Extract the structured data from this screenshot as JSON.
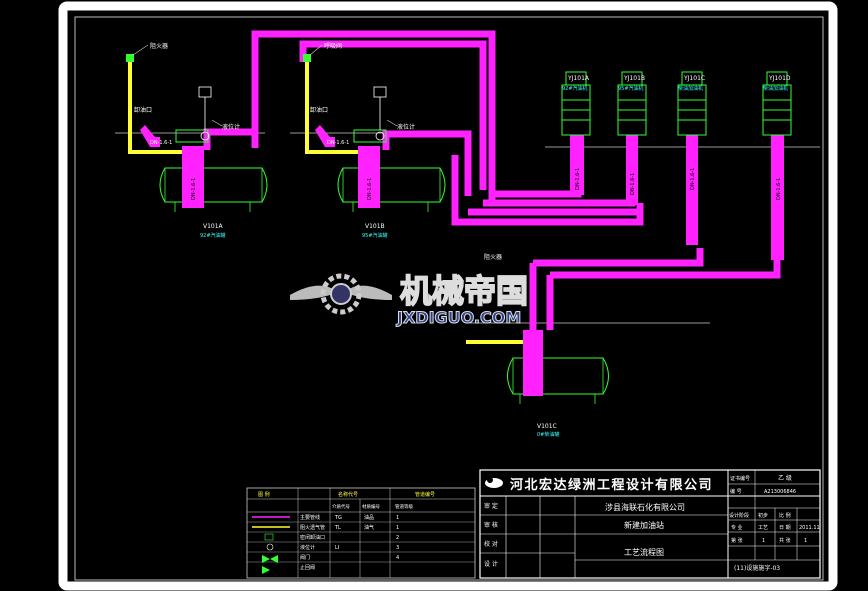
{
  "labels": {
    "flame_arrester": "阻火器",
    "vent_pipe": "呼吸阀",
    "unload_port": "卸油口",
    "level_gauge": "液位计",
    "instrument": "LI",
    "tank_pipe_tag": "DN-1.6-1",
    "tank_a": "V101A",
    "tank_b": "V101B",
    "tank_c": "V101C",
    "tank_a_name": "92#汽油罐",
    "tank_b_name": "95#汽油罐",
    "tank_c_name": "0#柴油罐",
    "dispenser_1": "YJ101A",
    "dispenser_2": "YJ101B",
    "dispenser_3": "YJ101C",
    "dispenser_4": "YJ101D",
    "dispenser_1_name": "92#汽油机",
    "dispenser_2_name": "95#汽油机",
    "dispenser_3_name": "柴油加油机",
    "dispenser_4_name": "柴油加油机",
    "dispenser_pipe_tag": "DN-1.6-1"
  },
  "watermark": {
    "title": "机械帝国",
    "site": "JXDIGUO.COM"
  },
  "legend": {
    "headers": [
      "图 例",
      "名称代号",
      "管道编号"
    ],
    "subheaders": [
      "介质代号",
      "材质编号",
      "管道等级"
    ],
    "rows": [
      {
        "name": "主要管线",
        "code": "TG",
        "medium": "油品",
        "material": "1"
      },
      {
        "name": "阻火透气管",
        "code": "TL",
        "medium": "油气",
        "material": "1"
      },
      {
        "name": "密闭卸油口",
        "code": "",
        "medium": "",
        "material": "2"
      },
      {
        "name": "液位计",
        "code": "LI",
        "medium": "",
        "material": "3"
      },
      {
        "name": "阀门",
        "code": "",
        "medium": "",
        "material": "4"
      },
      {
        "name": "止回阀",
        "code": "",
        "medium": "",
        "material": ""
      }
    ]
  },
  "title_block": {
    "company": "河北宏达绿洲工程设计有限公司",
    "client": "涉县海联石化有限公司",
    "project": "新建加油站",
    "drawing": "工艺流程图",
    "roles": [
      "审 定",
      "审 核",
      "校 对",
      "设 计"
    ],
    "right": {
      "cert_label": "证书编号",
      "cert_value": "乙 级",
      "no_label": "编 号",
      "no_value": "A213006846",
      "phase_label": "设计阶段",
      "phase_value": "初步",
      "scale_label": "比 例",
      "spec_label": "专 业",
      "spec_value": "工艺",
      "date_label": "日 期",
      "date_value": "2011.11",
      "sheet_label": "第 张",
      "sheet_value": "1",
      "total_label": "共 张",
      "total_value": "1",
      "dwg_no": "(11)设施施字-03"
    }
  },
  "colors": {
    "magenta": "#ff22ff",
    "yellow": "#ffff33",
    "green": "#33ff33",
    "cyan": "#33ffff",
    "white": "#ffffff",
    "frame": "#ffffff"
  }
}
